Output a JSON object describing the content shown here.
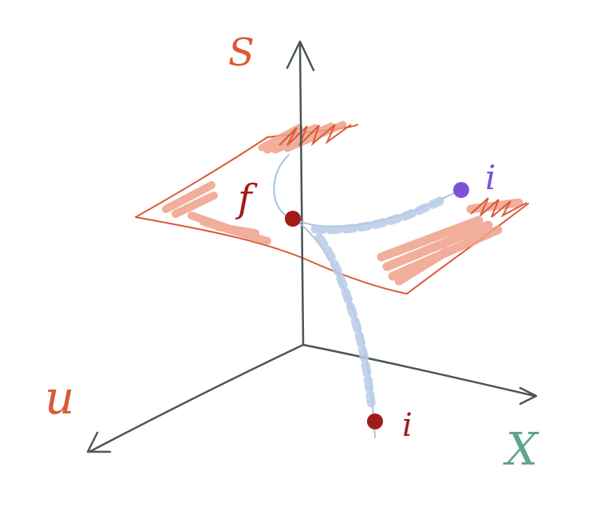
{
  "axes": {
    "vertical_label": "S",
    "left_label": "u",
    "right_label": "X"
  },
  "points": {
    "f_label": "f",
    "upper_i_label": "i",
    "lower_i_label": "i"
  },
  "colors": {
    "axis": "#4a5559",
    "surface_outline": "#d95a36",
    "surface_fill": "#efa08a",
    "path": "#a9bfdc",
    "path_dot": "#b7cbe5",
    "label_orange": "#d95a36",
    "label_green": "#5fa58e",
    "point_red": "#a11b1b",
    "point_purple": "#7b52d6"
  }
}
